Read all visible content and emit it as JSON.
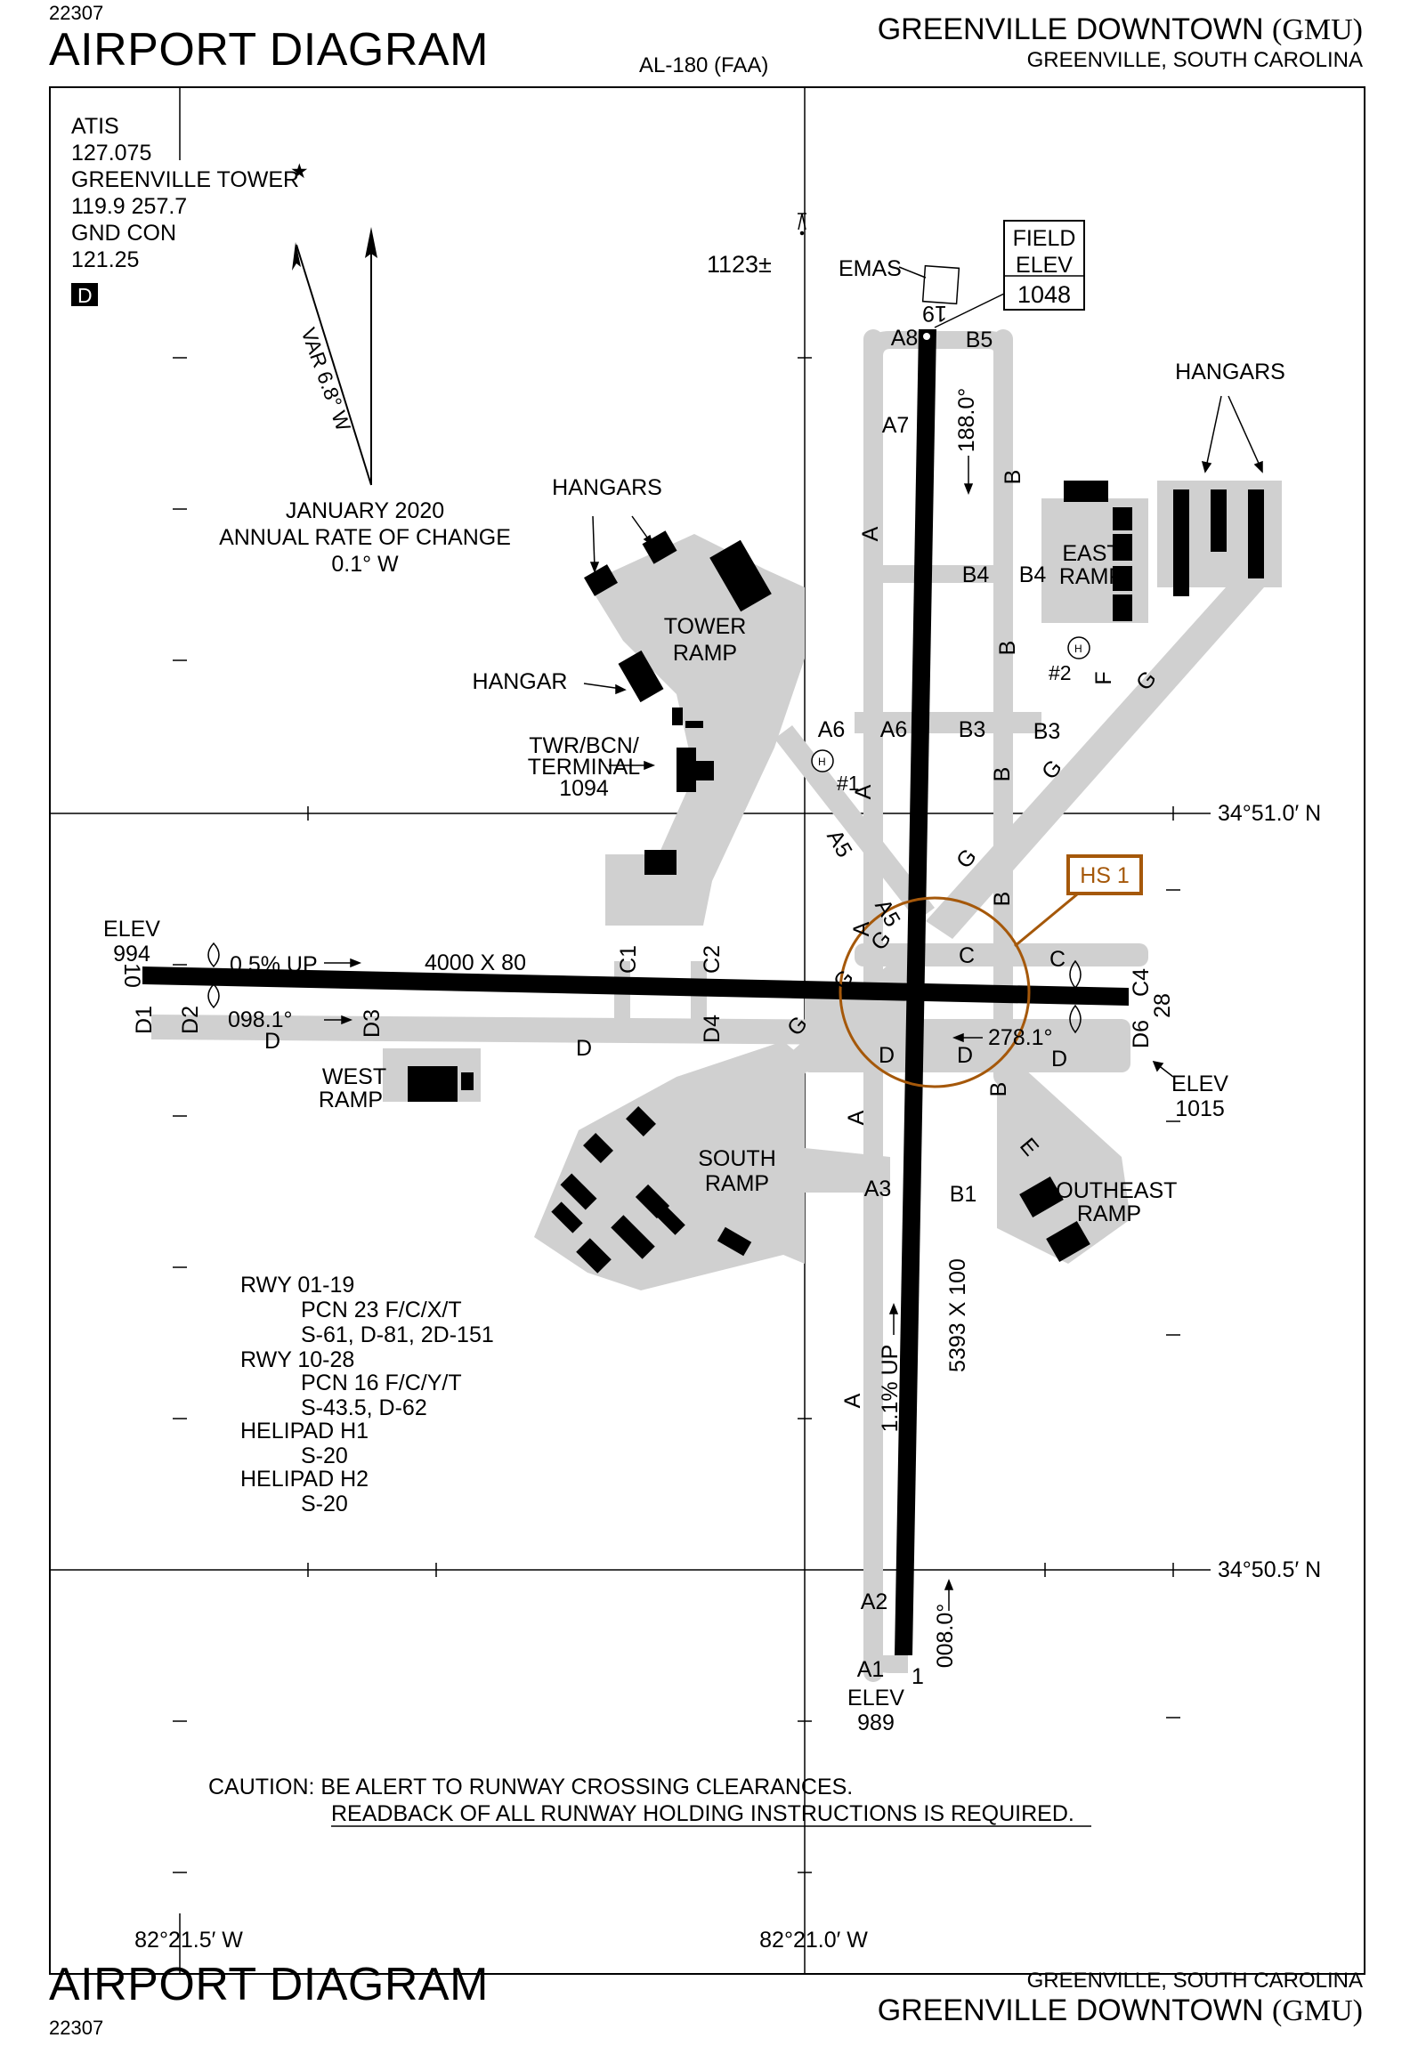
{
  "header": {
    "proc_id": "22307",
    "title": "AIRPORT DIAGRAM",
    "al_number": "AL-180 (FAA)",
    "airport_name": "GREENVILLE DOWNTOWN",
    "airport_id": "(GMU)",
    "city_state": "GREENVILLE, SOUTH CAROLINA"
  },
  "comms": {
    "atis_label": "ATIS",
    "atis_freq": "127.075",
    "tower_label": "GREENVILLE TOWER",
    "tower_freq": "119.9  257.7",
    "gnd_label": "GND CON",
    "gnd_freq": "121.25",
    "d_badge": "D"
  },
  "magnetic": {
    "variation": "VAR 6.8° W",
    "date": "JANUARY 2020",
    "rate_label": "ANNUAL RATE OF CHANGE",
    "rate_value": "0.1° W"
  },
  "obstacle": "1123±",
  "emas": "EMAS",
  "field_elev": {
    "line1": "FIELD",
    "line2": "ELEV",
    "value": "1048"
  },
  "ramps": {
    "tower_ramp_1": "TOWER",
    "tower_ramp_2": "RAMP",
    "east_ramp_1": "EAST",
    "east_ramp_2": "RAMP",
    "west_ramp_1": "WEST",
    "west_ramp_2": "RAMP",
    "south_ramp_1": "SOUTH",
    "south_ramp_2": "RAMP",
    "se_ramp_1": "SOUTHEAST",
    "se_ramp_2": "RAMP"
  },
  "buildings": {
    "hangars_nw": "HANGARS",
    "hangars_ne": "HANGARS",
    "hangar": "HANGAR",
    "twr_1": "TWR/BCN/",
    "twr_2": "TERMINAL",
    "twr_elev": "1094"
  },
  "helipads": {
    "h1": "#1",
    "h2": "#2",
    "symbol": "H"
  },
  "hotspot": "HS 1",
  "runway_19_01": {
    "end_north": "19",
    "end_south": "1",
    "heading_north": "188.0°",
    "heading_south": "008.0°",
    "dims": "5393 X 100",
    "slope": "1.1% UP",
    "elev_south_label": "ELEV",
    "elev_south": "989"
  },
  "runway_10_28": {
    "end_west": "10",
    "end_east": "28",
    "heading_west": "098.1°",
    "heading_east": "278.1°",
    "dims": "4000 X 80",
    "slope": "0.5% UP",
    "elev_west_label": "ELEV",
    "elev_west": "994",
    "elev_east_label": "ELEV",
    "elev_east": "1015"
  },
  "taxiways": {
    "A": "A",
    "A1": "A1",
    "A2": "A2",
    "A3": "A3",
    "A5": "A5",
    "A6": "A6",
    "A7": "A7",
    "A8": "A8",
    "B": "B",
    "B1": "B1",
    "B3": "B3",
    "B4": "B4",
    "B5": "B5",
    "C": "C",
    "C1": "C1",
    "C2": "C2",
    "C4": "C4",
    "D": "D",
    "D1": "D1",
    "D2": "D2",
    "D3": "D3",
    "D4": "D4",
    "D6": "D6",
    "E": "E",
    "F": "F",
    "G": "G"
  },
  "coords": {
    "lat_north": "34°51.0′ N",
    "lat_south": "34°50.5′ N",
    "lon_west": "82°21.5′ W",
    "lon_east": "82°21.0′ W"
  },
  "rwy_data": {
    "l1": "RWY 01-19",
    "l2": "PCN 23 F/C/X/T",
    "l3": "S-61, D-81, 2D-151",
    "l4": "RWY 10-28",
    "l5": "PCN 16 F/C/Y/T",
    "l6": "S-43.5, D-62",
    "l7": "HELIPAD H1",
    "l8": "S-20",
    "l9": "HELIPAD H2",
    "l10": "S-20"
  },
  "caution": {
    "line1": "CAUTION: BE ALERT TO RUNWAY CROSSING CLEARANCES.",
    "line2": "READBACK OF ALL RUNWAY HOLDING INSTRUCTIONS IS REQUIRED."
  },
  "colors": {
    "pavement": "#d0d0d0",
    "hotspot": "#a5580a"
  }
}
